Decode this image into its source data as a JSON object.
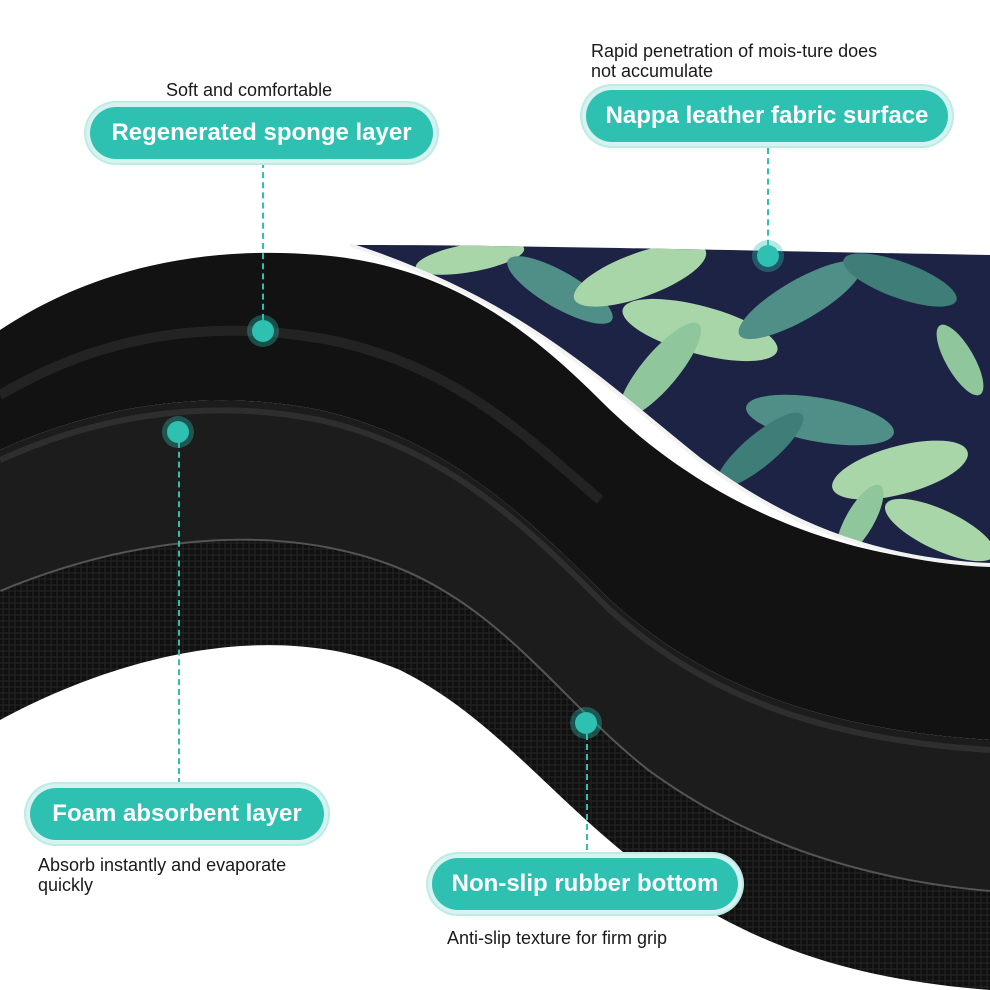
{
  "colors": {
    "accent": "#2ec0b1",
    "mat_black": "#151515",
    "leaf_light": "#a9d6a8",
    "leaf_dark": "#4f8f87",
    "fabric_navy": "#1d2345"
  },
  "callouts": {
    "sponge": {
      "label": "Regenerated sponge layer",
      "caption": "Soft and comfortable"
    },
    "nappa": {
      "label": "Nappa leather fabric surface",
      "caption_line1": "Rapid penetration of mois-ture does",
      "caption_line2": "not accumulate"
    },
    "foam": {
      "label": "Foam absorbent layer",
      "caption_line1": "Absorb instantly and evaporate",
      "caption_line2": "quickly"
    },
    "rubber": {
      "label": "Non-slip rubber bottom",
      "caption": "Anti-slip texture for firm grip"
    }
  }
}
